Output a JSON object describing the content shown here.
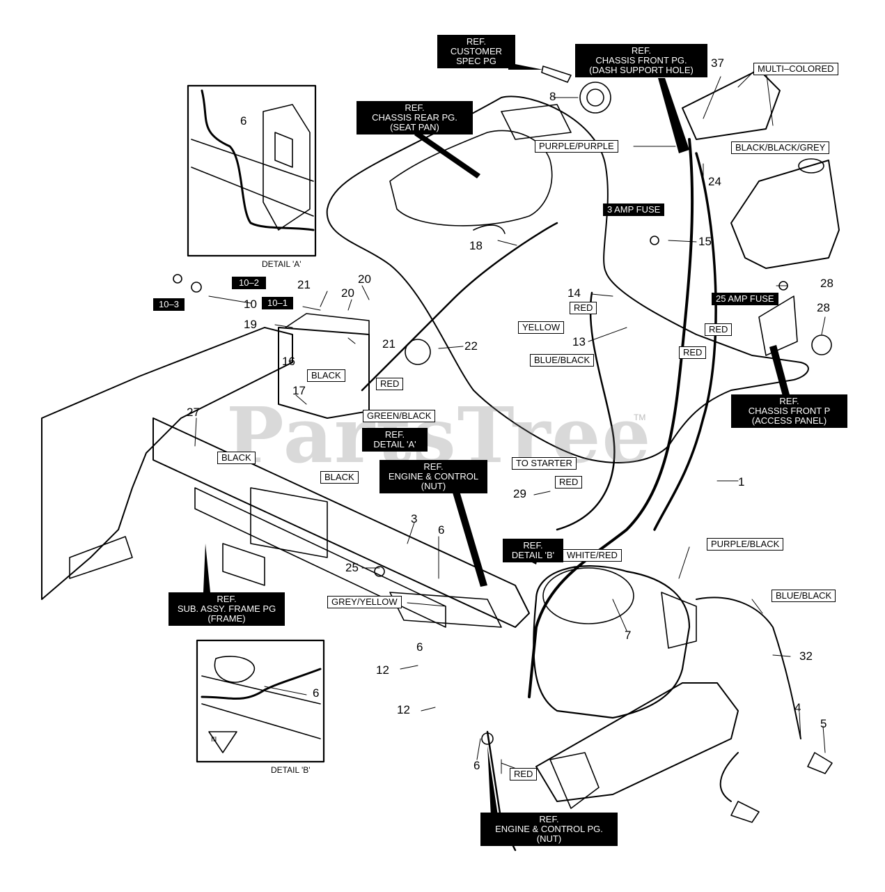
{
  "ref_labels": [
    "REF.\nCUSTOMER\nSPEC PG",
    "REF.\nCHASSIS FRONT PG.\n(DASH SUPPORT HOLE)",
    "REF.\nCHASSIS REAR PG.\n(SEAT PAN)",
    "REF.\nCHASSIS FRONT P\n(ACCESS PANEL)",
    "REF.\nDETAIL 'A'",
    "REF.\nENGINE & CONTROL\n(NUT)",
    "REF.\nDETAIL 'B'",
    "REF.\nSUB. ASSY. FRAME PG\n(FRAME)",
    "REF.\nENGINE & CONTROL PG.\n(NUT)"
  ],
  "wire_labels": [
    "MULTI–COLORED",
    "BLACK/BLACK/GREY",
    "PURPLE/PURPLE",
    "RED",
    "YELLOW",
    "RED",
    "RED",
    "BLUE/BLACK",
    "BLACK",
    "RED",
    "GREEN/BLACK",
    "BLACK",
    "BLACK",
    "TO STARTER",
    "RED",
    "WHITE/RED",
    "PURPLE/BLACK",
    "BLUE/BLACK",
    "GREY/YELLOW",
    "RED"
  ],
  "dark_callouts": [
    "10–2",
    "10–3",
    "10–1",
    "3 AMP FUSE",
    "25 AMP FUSE"
  ],
  "part_numbers": [
    "37",
    "8",
    "6",
    "24",
    "18",
    "15",
    "14",
    "28",
    "28",
    "13",
    "21",
    "20",
    "20",
    "10",
    "19",
    "21",
    "22",
    "16",
    "17",
    "27",
    "1",
    "29",
    "3",
    "6",
    "25",
    "7",
    "32",
    "12",
    "12",
    "4",
    "5",
    "6",
    "6",
    "6"
  ],
  "detail_captions": [
    "DETAIL 'A'",
    "DETAIL 'B'"
  ],
  "detail_b_symbol": "III",
  "watermark": "PartsTree",
  "watermark_tm": "TM"
}
